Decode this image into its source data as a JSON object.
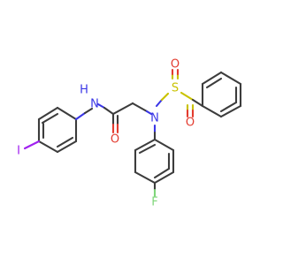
{
  "labels": {
    "amide_nh": "N",
    "amide_h": "H",
    "carbonyl_o": "O",
    "sulfonamide_n": "N",
    "sulfur": "S",
    "sulfonyl_o1": "O",
    "sulfonyl_o2": "O",
    "iodine": "I",
    "fluorine": "F"
  },
  "colors": {
    "bond": "#3c3c3c",
    "oxygen": "#e33b2f",
    "nitrogen": "#3a36e6",
    "sulfur": "#c9c200",
    "iodine": "#a020f0",
    "fluorine": "#7fd67a"
  }
}
